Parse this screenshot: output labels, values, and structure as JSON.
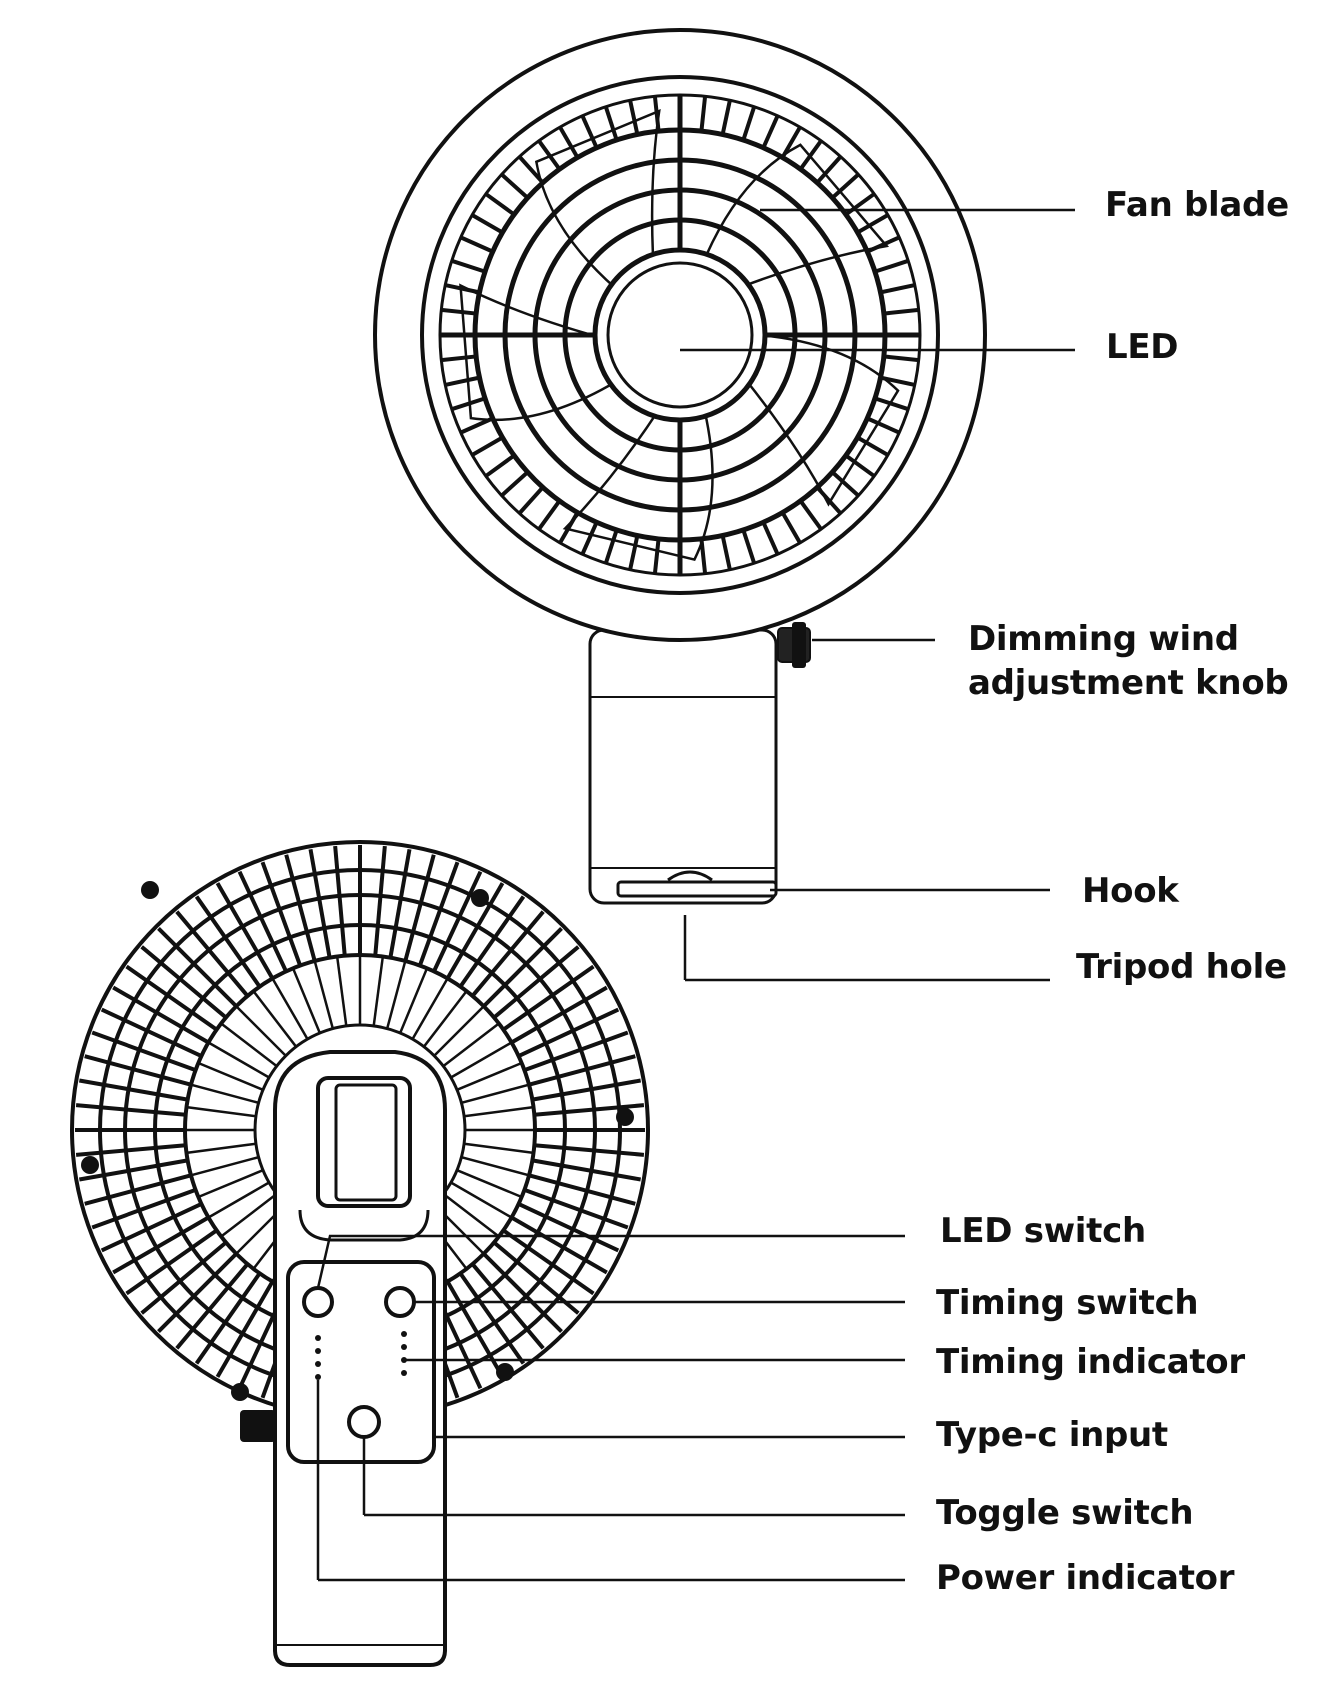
{
  "front_view": {
    "labels": {
      "fan_blade": "Fan blade",
      "led": "LED",
      "knob_line1": "Dimming wind",
      "knob_line2": "adjustment knob",
      "hook": "Hook",
      "tripod_hole": "Tripod hole"
    }
  },
  "back_view": {
    "labels": {
      "led_switch": "LED switch",
      "timing_switch": "Timing switch",
      "timing_indicator": "Timing indicator",
      "type_c_input": "Type-c input",
      "toggle_switch": "Toggle switch",
      "power_indicator": "Power indicator"
    }
  },
  "colors": {
    "line": "#111111",
    "background": "#ffffff"
  }
}
